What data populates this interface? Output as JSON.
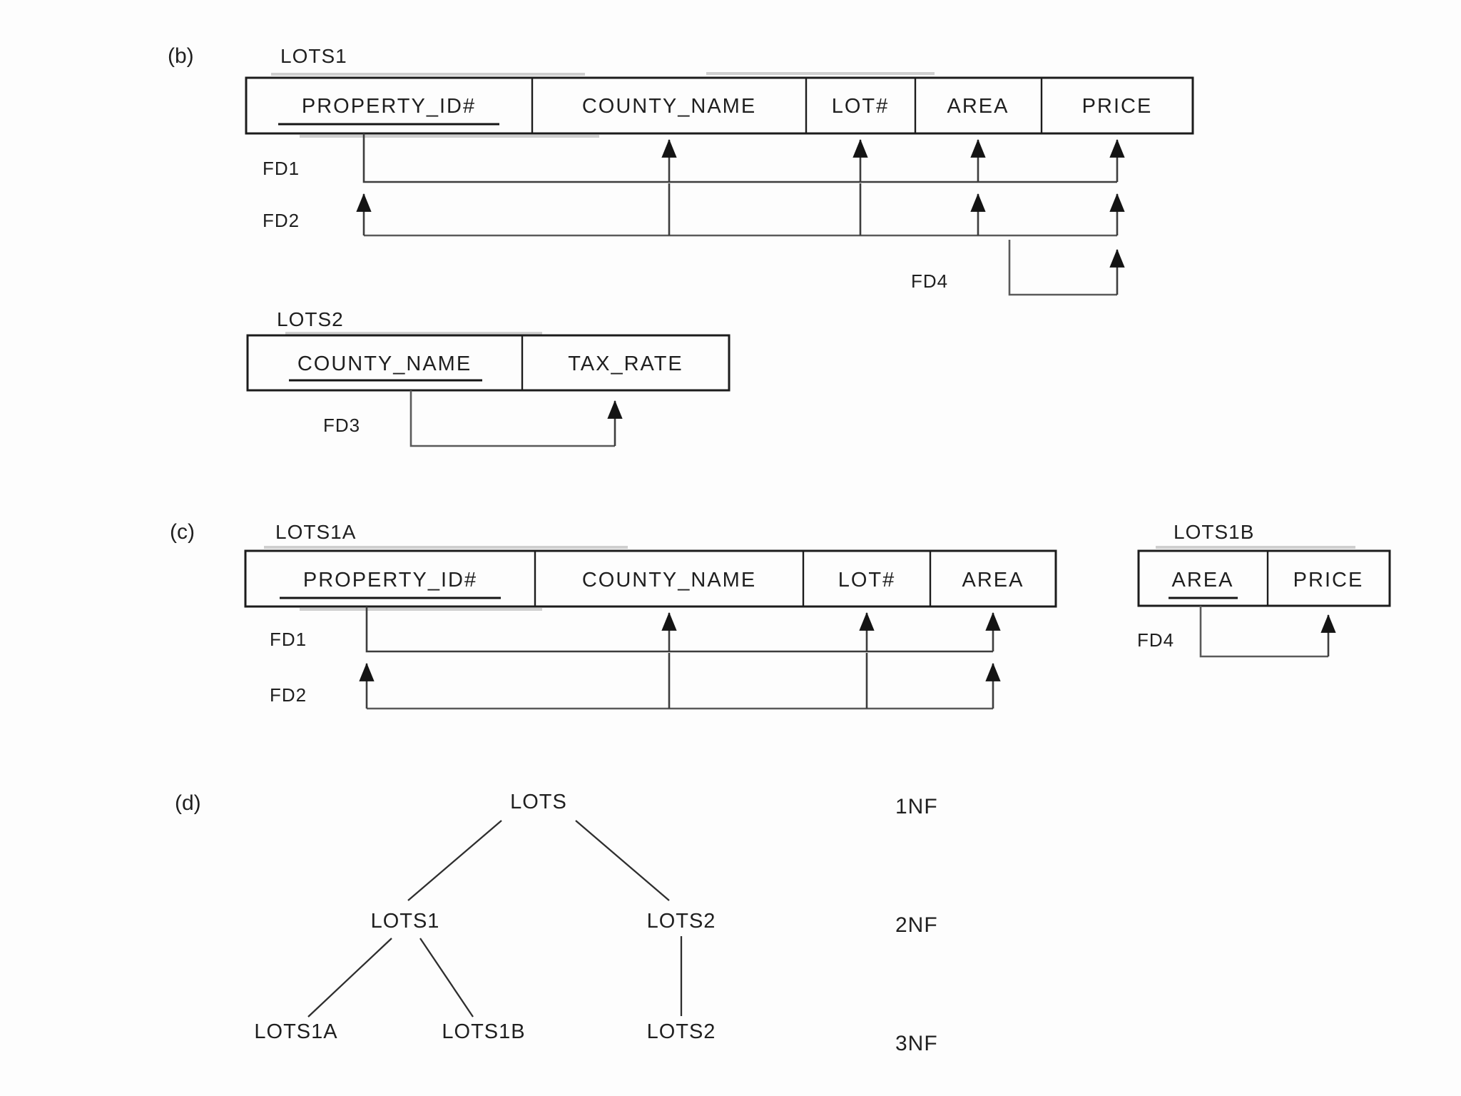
{
  "colors": {
    "ink": "#1f1f1f",
    "paper": "#fdfdfd"
  },
  "sections": {
    "b": {
      "tag": "(b)",
      "lots1": {
        "title": "LOTS1",
        "cols": [
          "PROPERTY_ID#",
          "COUNTY_NAME",
          "LOT#",
          "AREA",
          "PRICE"
        ],
        "key": "PROPERTY_ID#"
      },
      "fd1": "FD1",
      "fd2": "FD2",
      "fd4": "FD4",
      "lots2": {
        "title": "LOTS2",
        "cols": [
          "COUNTY_NAME",
          "TAX_RATE"
        ],
        "key": "COUNTY_NAME"
      },
      "fd3": "FD3"
    },
    "c": {
      "tag": "(c)",
      "lots1a": {
        "title": "LOTS1A",
        "cols": [
          "PROPERTY_ID#",
          "COUNTY_NAME",
          "LOT#",
          "AREA"
        ],
        "key": "PROPERTY_ID#"
      },
      "fd1": "FD1",
      "fd2": "FD2",
      "lots1b": {
        "title": "LOTS1B",
        "cols": [
          "AREA",
          "PRICE"
        ],
        "key": "AREA"
      },
      "fd4": "FD4"
    },
    "d": {
      "tag": "(d)",
      "tree": {
        "root": "LOTS",
        "level2": [
          "LOTS1",
          "LOTS2"
        ],
        "level3": [
          "LOTS1A",
          "LOTS1B",
          "LOTS2"
        ]
      },
      "nf": [
        "1NF",
        "2NF",
        "3NF"
      ]
    }
  }
}
